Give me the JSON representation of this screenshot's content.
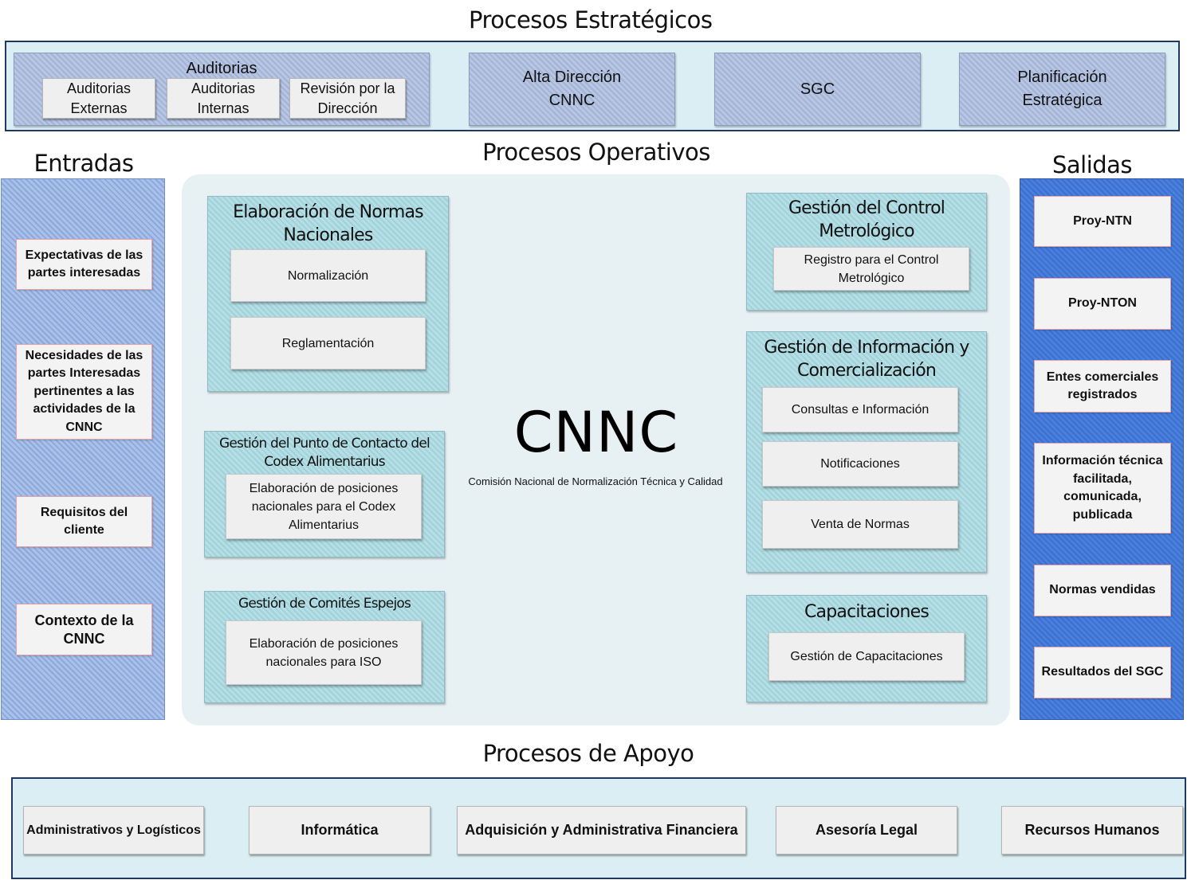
{
  "headings": {
    "estrategicos": "Procesos Estratégicos",
    "operativos": "Procesos Operativos",
    "entradas": "Entradas",
    "salidas": "Salidas",
    "apoyo": "Procesos de Apoyo"
  },
  "estrategicos": {
    "auditorias": {
      "title": "Auditorias",
      "items": [
        "Auditorias\nExternas",
        "Auditorias\nInternas",
        "Revisión por la\nDirección"
      ]
    },
    "blocks": [
      "Alta Dirección\nCNNC",
      "SGC",
      "Planificación\nEstratégica"
    ]
  },
  "entradas": [
    "Expectativas de las\npartes interesadas",
    "Necesidades de las\npartes Interesadas\npertinentes a las\nactividades de la\nCNNC",
    "Requisitos del\ncliente",
    "Contexto de la\nCNNC"
  ],
  "salidas": [
    "Proy-NTN",
    "Proy-NTON",
    "Entes comerciales\nregistrados",
    "Información técnica\nfacilitada,\ncomunicada,\npublicada",
    "Normas vendidas",
    "Resultados del SGC"
  ],
  "center": {
    "title": "CNNC",
    "subtitle": "Comisión Nacional de Normalización Técnica y Calidad"
  },
  "operativos": {
    "normas": {
      "title": "Elaboración de Normas\nNacionales",
      "items": [
        "Normalización",
        "Reglamentación"
      ]
    },
    "codex": {
      "title": "Gestión del Punto de Contacto del\nCodex Alimentarius",
      "items": [
        "Elaboración de posiciones\nnacionales para el Codex\nAlimentarius"
      ]
    },
    "comites": {
      "title": "Gestión de Comités Espejos",
      "items": [
        "Elaboración de posiciones\nnacionales para ISO"
      ]
    },
    "metrologico": {
      "title": "Gestión del Control\nMetrológico",
      "items": [
        "Registro para el Control\nMetrológico"
      ]
    },
    "informacion": {
      "title": "Gestión de Información y\nComercialización",
      "items": [
        "Consultas e Información",
        "Notificaciones",
        "Venta de Normas"
      ]
    },
    "capacitaciones": {
      "title": "Capacitaciones",
      "items": [
        "Gestión de Capacitaciones"
      ]
    }
  },
  "apoyo": [
    "Administrativos y Logísticos",
    "Informática",
    "Adquisición y Administrativa Financiera",
    "Asesoría Legal",
    "Recursos Humanos"
  ],
  "colors": {
    "frame_border": "#1f3864",
    "panel_fill": "#dbeef4",
    "strategic_block": "#b8c6e3",
    "group_fill": "#b6dee4",
    "entradas_fill": "#a9c0e8",
    "salidas_fill": "#4a7fdc",
    "item_fill": "#efefef",
    "io_border": "#e6a0a8"
  }
}
